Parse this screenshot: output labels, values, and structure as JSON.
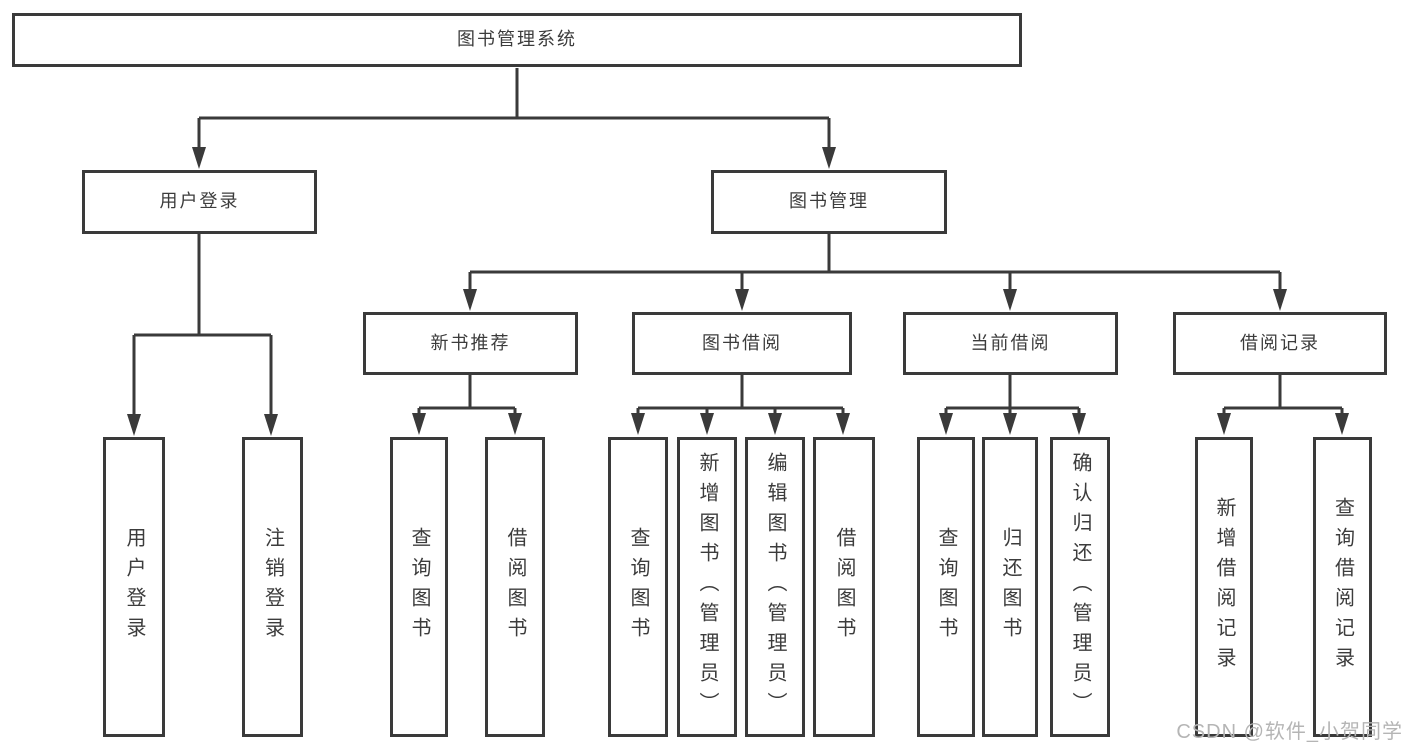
{
  "diagram": {
    "root": {
      "label": "图书管理系统"
    },
    "branches": [
      {
        "label": "用户登录",
        "children": [
          {
            "label": "用户登录"
          },
          {
            "label": "注销登录"
          }
        ]
      },
      {
        "label": "图书管理",
        "children": [
          {
            "label": "新书推荐",
            "children": [
              {
                "label": "查询图书"
              },
              {
                "label": "借阅图书"
              }
            ]
          },
          {
            "label": "图书借阅",
            "children": [
              {
                "label": "查询图书"
              },
              {
                "label": "新增图书（管理员）"
              },
              {
                "label": "编辑图书（管理员）"
              },
              {
                "label": "借阅图书"
              }
            ]
          },
          {
            "label": "当前借阅",
            "children": [
              {
                "label": "查询图书"
              },
              {
                "label": "归还图书"
              },
              {
                "label": "确认归还（管理员）"
              }
            ]
          },
          {
            "label": "借阅记录",
            "children": [
              {
                "label": "新增借阅记录"
              },
              {
                "label": "查询借阅记录"
              }
            ]
          }
        ]
      }
    ]
  },
  "watermark": {
    "text": "CSDN @软件_小贺同学"
  },
  "colors": {
    "line": "#3a3a3a",
    "text": "#3c3c3c",
    "watermark": "#b5b5b5",
    "bg": "#ffffff"
  }
}
